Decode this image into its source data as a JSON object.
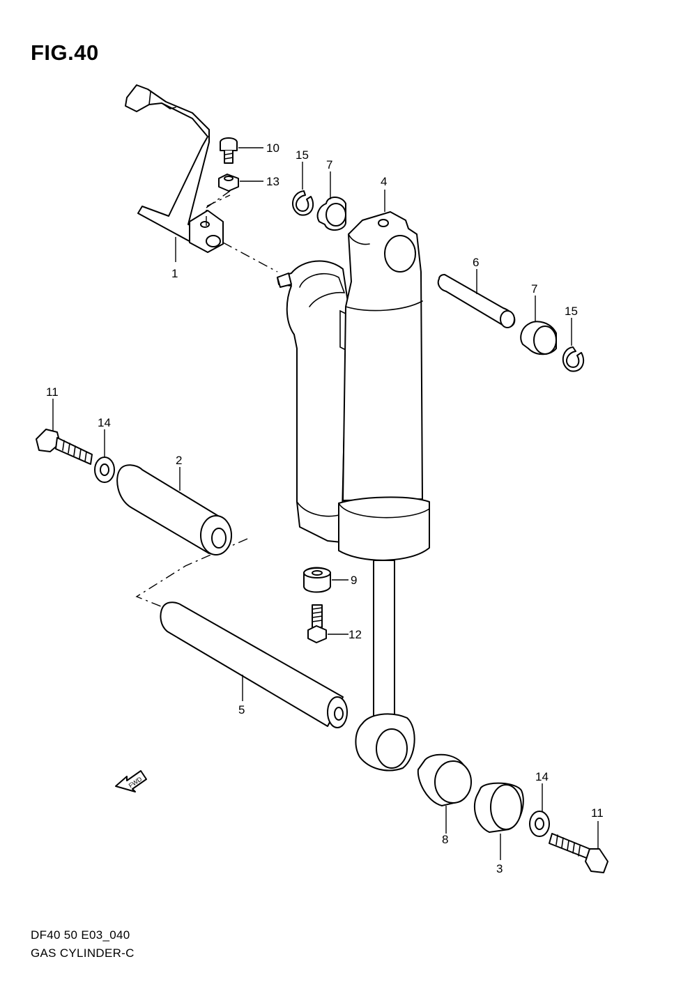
{
  "figure": {
    "title": "FIG.40",
    "code": "DF40 50 E03_040",
    "name": "GAS CYLINDER-C",
    "fwd_label": "FWD"
  },
  "callouts": [
    {
      "id": "c1",
      "text": "1"
    },
    {
      "id": "c2",
      "text": "2"
    },
    {
      "id": "c3",
      "text": "3"
    },
    {
      "id": "c4",
      "text": "4"
    },
    {
      "id": "c5",
      "text": "5"
    },
    {
      "id": "c6",
      "text": "6"
    },
    {
      "id": "c7a",
      "text": "7"
    },
    {
      "id": "c7b",
      "text": "7"
    },
    {
      "id": "c8",
      "text": "8"
    },
    {
      "id": "c9",
      "text": "9"
    },
    {
      "id": "c10",
      "text": "10"
    },
    {
      "id": "c11a",
      "text": "11"
    },
    {
      "id": "c11b",
      "text": "11"
    },
    {
      "id": "c12",
      "text": "12"
    },
    {
      "id": "c13",
      "text": "13"
    },
    {
      "id": "c14a",
      "text": "14"
    },
    {
      "id": "c14b",
      "text": "14"
    },
    {
      "id": "c15a",
      "text": "15"
    },
    {
      "id": "c15b",
      "text": "15"
    }
  ]
}
